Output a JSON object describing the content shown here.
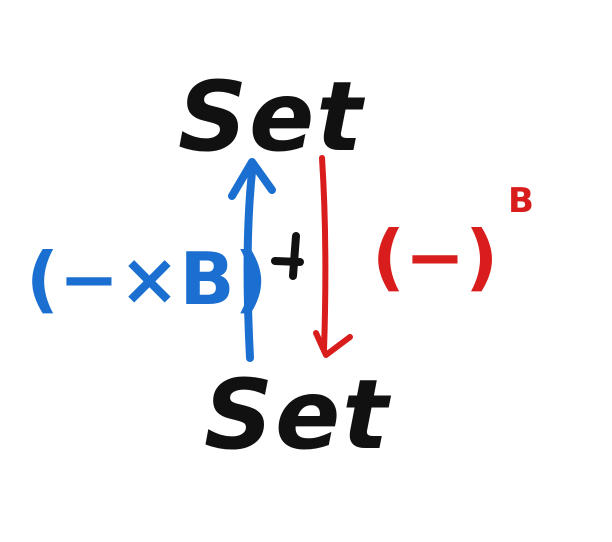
{
  "diagram": {
    "top_object": "Set",
    "bottom_object": "Set",
    "left_functor": "(−×B)",
    "right_functor": "(−)",
    "right_functor_superscript": "B",
    "adjunction_symbol": "⊣"
  },
  "colors": {
    "objects": "#111111",
    "left_arrow": "#1a6fd1",
    "right_arrow": "#d91c1c",
    "adjunction": "#111111"
  }
}
